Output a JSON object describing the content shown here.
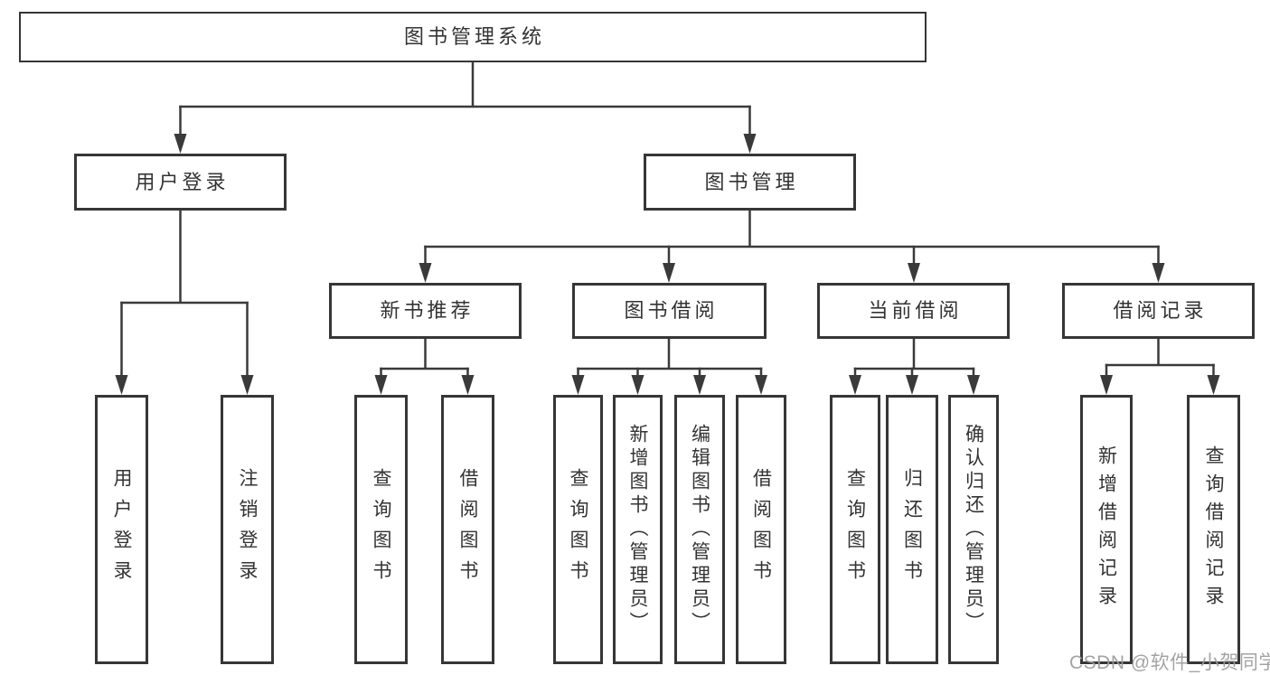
{
  "title": "图书管理系统",
  "tree": {
    "label": "图书管理系统",
    "children": [
      {
        "label": "用户登录",
        "children": [
          {
            "label": "用户登录"
          },
          {
            "label": "注销登录"
          }
        ]
      },
      {
        "label": "图书管理",
        "children": [
          {
            "label": "新书推荐",
            "children": [
              {
                "label": "查询图书"
              },
              {
                "label": "借阅图书"
              }
            ]
          },
          {
            "label": "图书借阅",
            "children": [
              {
                "label": "查询图书"
              },
              {
                "label": "新增图书（管理员）"
              },
              {
                "label": "编辑图书（管理员）"
              },
              {
                "label": "借阅图书"
              }
            ]
          },
          {
            "label": "当前借阅",
            "children": [
              {
                "label": "查询图书"
              },
              {
                "label": "归还图书"
              },
              {
                "label": "确认归还（管理员）"
              }
            ]
          },
          {
            "label": "借阅记录",
            "children": [
              {
                "label": "新增借阅记录"
              },
              {
                "label": "查询借阅记录"
              }
            ]
          }
        ]
      }
    ]
  },
  "watermark": {
    "text": "CSDN @软件_小贺同学"
  },
  "colors": {
    "line": "#3a3a3a",
    "box_border": "#363636",
    "text": "#333333",
    "watermark": "#9c9c9c",
    "background": "#ffffff"
  }
}
